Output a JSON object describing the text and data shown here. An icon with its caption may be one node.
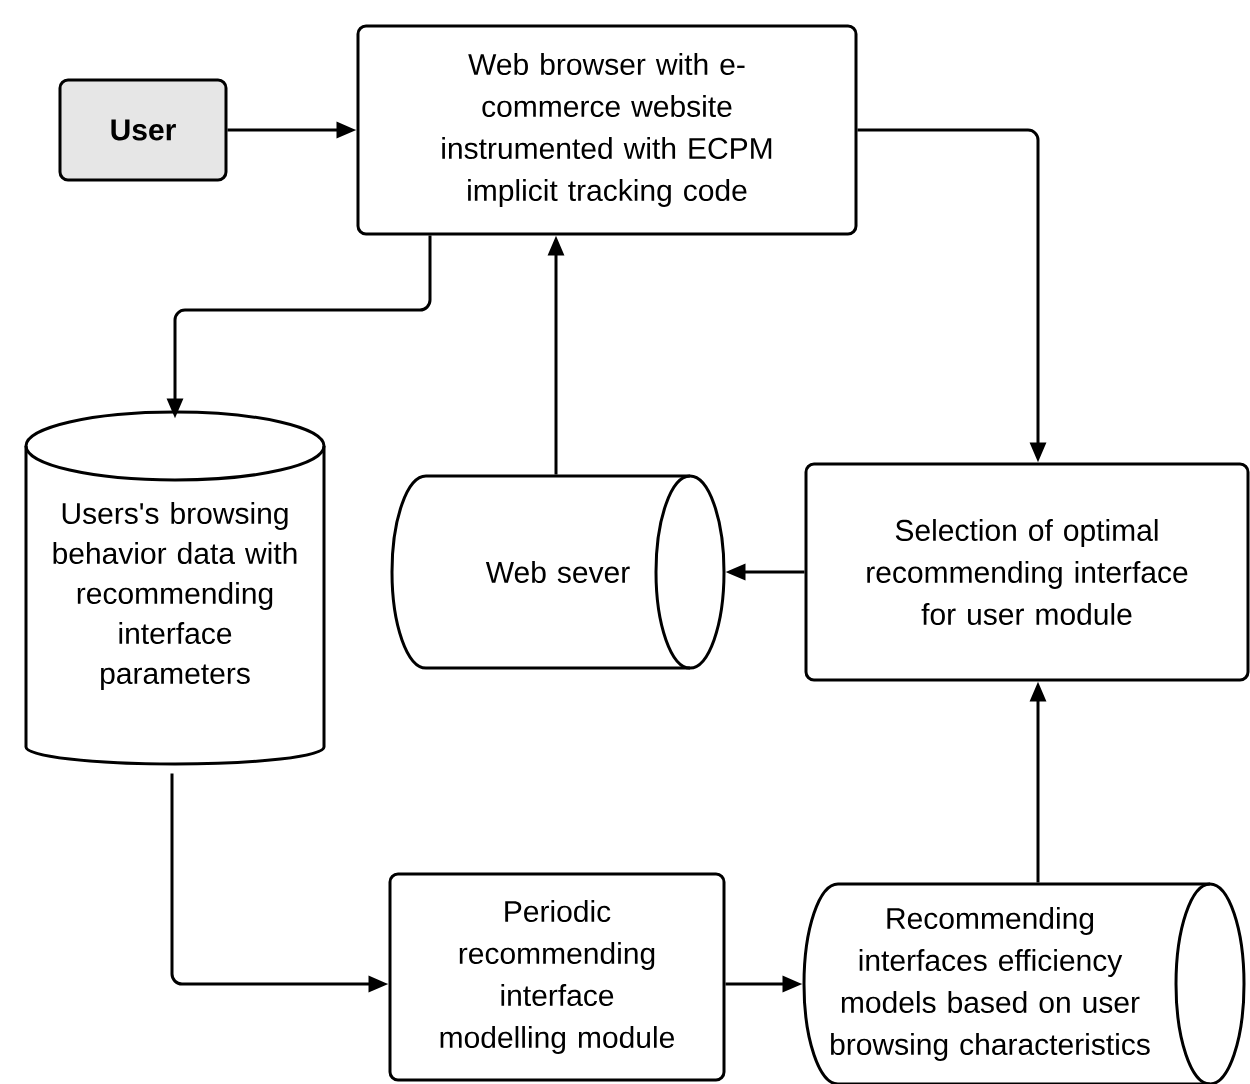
{
  "diagram": {
    "nodes": [
      {
        "text": [
          "User"
        ]
      },
      {
        "text": [
          "Web browser with e-commerce website instrumented with ECPM implicit tracking code"
        ]
      },
      {
        "text": [
          "Users's browsing behavior data with recommending interface parameters"
        ]
      },
      {
        "text": [
          "Web sever"
        ]
      },
      {
        "text": [
          "Selection of optimal recommending interface for user module"
        ]
      },
      {
        "text": [
          "Periodic recommending interface modelling module"
        ]
      },
      {
        "text": [
          "Recommending interfaces efficiency models based on user browsing characteristics"
        ]
      }
    ],
    "edges": [
      {
        "from": 0,
        "to": 1,
        "arrow": "to"
      },
      {
        "from": 1,
        "to": 2,
        "arrow": "to"
      },
      {
        "from": 3,
        "to": 1,
        "arrow": "to"
      },
      {
        "from": 1,
        "to": 4,
        "arrow": "to"
      },
      {
        "from": 4,
        "to": 3,
        "arrow": "to"
      },
      {
        "from": 2,
        "to": 5,
        "arrow": "to"
      },
      {
        "from": 5,
        "to": 6,
        "arrow": "to"
      },
      {
        "from": 6,
        "to": 4,
        "arrow": "to"
      }
    ]
  }
}
